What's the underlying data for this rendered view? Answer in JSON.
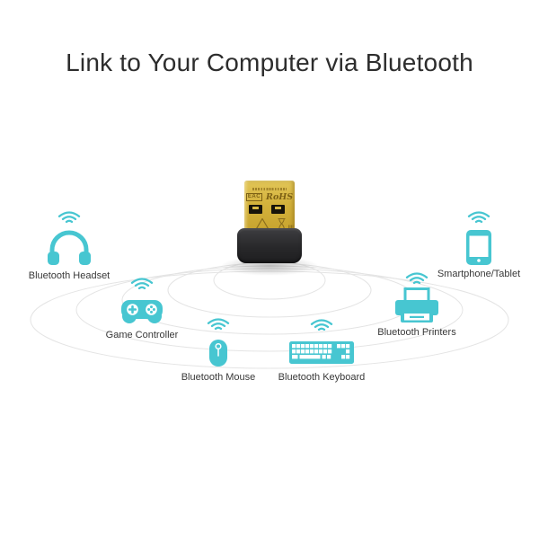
{
  "title": "Link to Your Computer via Bluetooth",
  "adapter": {
    "name": "nano-usb-bluetooth-adapter",
    "markings": {
      "eac": "EAC",
      "rohs": "RoHS"
    }
  },
  "devices": [
    {
      "label": "Bluetooth Headset",
      "icon": "headset-icon"
    },
    {
      "label": "Game Controller",
      "icon": "game-controller-icon"
    },
    {
      "label": "Bluetooth Mouse",
      "icon": "mouse-icon"
    },
    {
      "label": "Bluetooth Keyboard",
      "icon": "keyboard-icon"
    },
    {
      "label": "Bluetooth Printers",
      "icon": "printer-icon"
    },
    {
      "label": "Smartphone/Tablet",
      "icon": "smartphone-icon"
    }
  ],
  "colors": {
    "accent_teal": "#47c6d1",
    "title_text": "#2d2d2d",
    "label_text": "#383838",
    "adapter_gold": "#d4b23c",
    "adapter_body": "#28282a",
    "ripple_line": "#e4e4e4"
  }
}
